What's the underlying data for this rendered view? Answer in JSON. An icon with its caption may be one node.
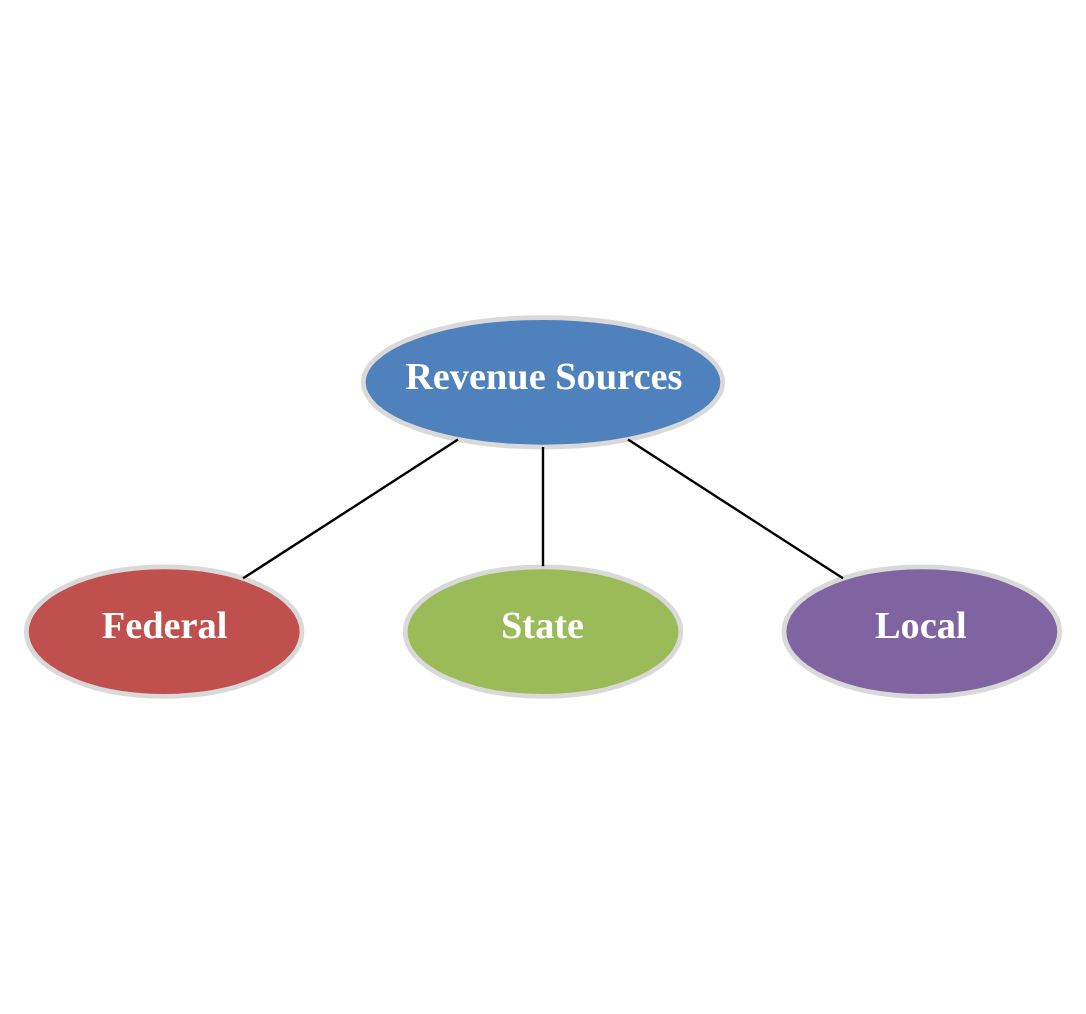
{
  "diagram": {
    "nodes": [
      {
        "text": [
          "Revenue Sources"
        ]
      },
      {
        "text": [
          "Federal"
        ]
      },
      {
        "text": [
          "State"
        ]
      },
      {
        "text": [
          "Local"
        ]
      }
    ],
    "edges": [
      {
        "from": 0,
        "to": 1,
        "arrow": "none"
      },
      {
        "from": 0,
        "to": 2,
        "arrow": "none"
      },
      {
        "from": 0,
        "to": 3,
        "arrow": "none"
      }
    ]
  }
}
